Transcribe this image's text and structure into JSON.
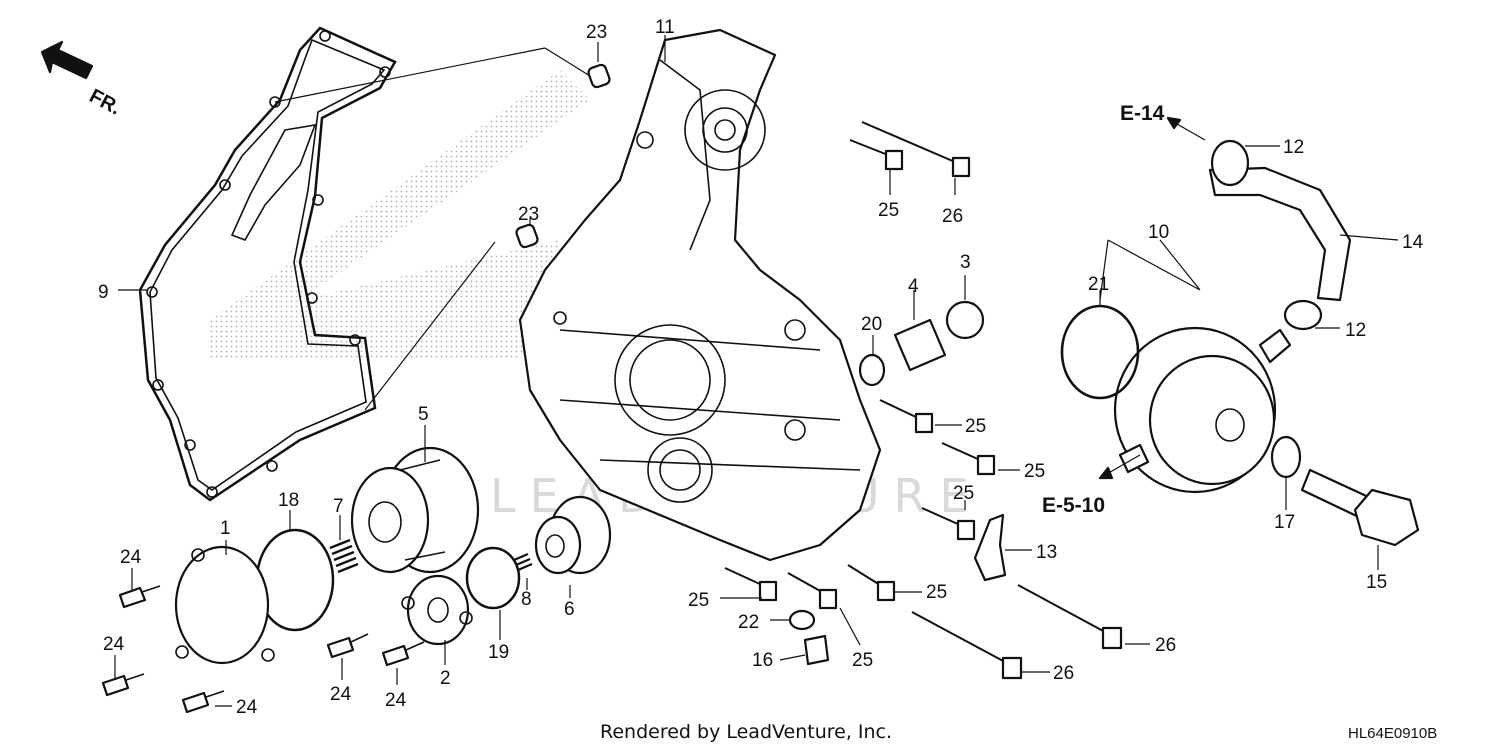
{
  "diagram": {
    "direction_label": "FR.",
    "callouts": [
      {
        "id": "c1",
        "label": "1"
      },
      {
        "id": "c2",
        "label": "2"
      },
      {
        "id": "c3",
        "label": "3"
      },
      {
        "id": "c4",
        "label": "4"
      },
      {
        "id": "c5",
        "label": "5"
      },
      {
        "id": "c6",
        "label": "6"
      },
      {
        "id": "c7",
        "label": "7"
      },
      {
        "id": "c8",
        "label": "8"
      },
      {
        "id": "c9",
        "label": "9"
      },
      {
        "id": "c10",
        "label": "10"
      },
      {
        "id": "c11",
        "label": "11"
      },
      {
        "id": "c12a",
        "label": "12"
      },
      {
        "id": "c12b",
        "label": "12"
      },
      {
        "id": "c13",
        "label": "13"
      },
      {
        "id": "c14",
        "label": "14"
      },
      {
        "id": "c15",
        "label": "15"
      },
      {
        "id": "c16",
        "label": "16"
      },
      {
        "id": "c17",
        "label": "17"
      },
      {
        "id": "c18",
        "label": "18"
      },
      {
        "id": "c19",
        "label": "19"
      },
      {
        "id": "c20",
        "label": "20"
      },
      {
        "id": "c21",
        "label": "21"
      },
      {
        "id": "c22",
        "label": "22"
      },
      {
        "id": "c23a",
        "label": "23"
      },
      {
        "id": "c23b",
        "label": "23"
      },
      {
        "id": "c24a",
        "label": "24"
      },
      {
        "id": "c24b",
        "label": "24"
      },
      {
        "id": "c24c",
        "label": "24"
      },
      {
        "id": "c24d",
        "label": "24"
      },
      {
        "id": "c24e",
        "label": "24"
      },
      {
        "id": "c25a",
        "label": "25"
      },
      {
        "id": "c25b",
        "label": "25"
      },
      {
        "id": "c25c",
        "label": "25"
      },
      {
        "id": "c25d",
        "label": "25"
      },
      {
        "id": "c25e",
        "label": "25"
      },
      {
        "id": "c25f",
        "label": "25"
      },
      {
        "id": "c25g",
        "label": "25"
      },
      {
        "id": "c26a",
        "label": "26"
      },
      {
        "id": "c26b",
        "label": "26"
      },
      {
        "id": "c26c",
        "label": "26"
      }
    ],
    "references": {
      "e14": "E-14",
      "e510": "E-5-10"
    },
    "watermark": "LEADVENTURE",
    "footer_credit": "Rendered by LeadVenture, Inc.",
    "diagram_code": "HL64E0910B"
  }
}
